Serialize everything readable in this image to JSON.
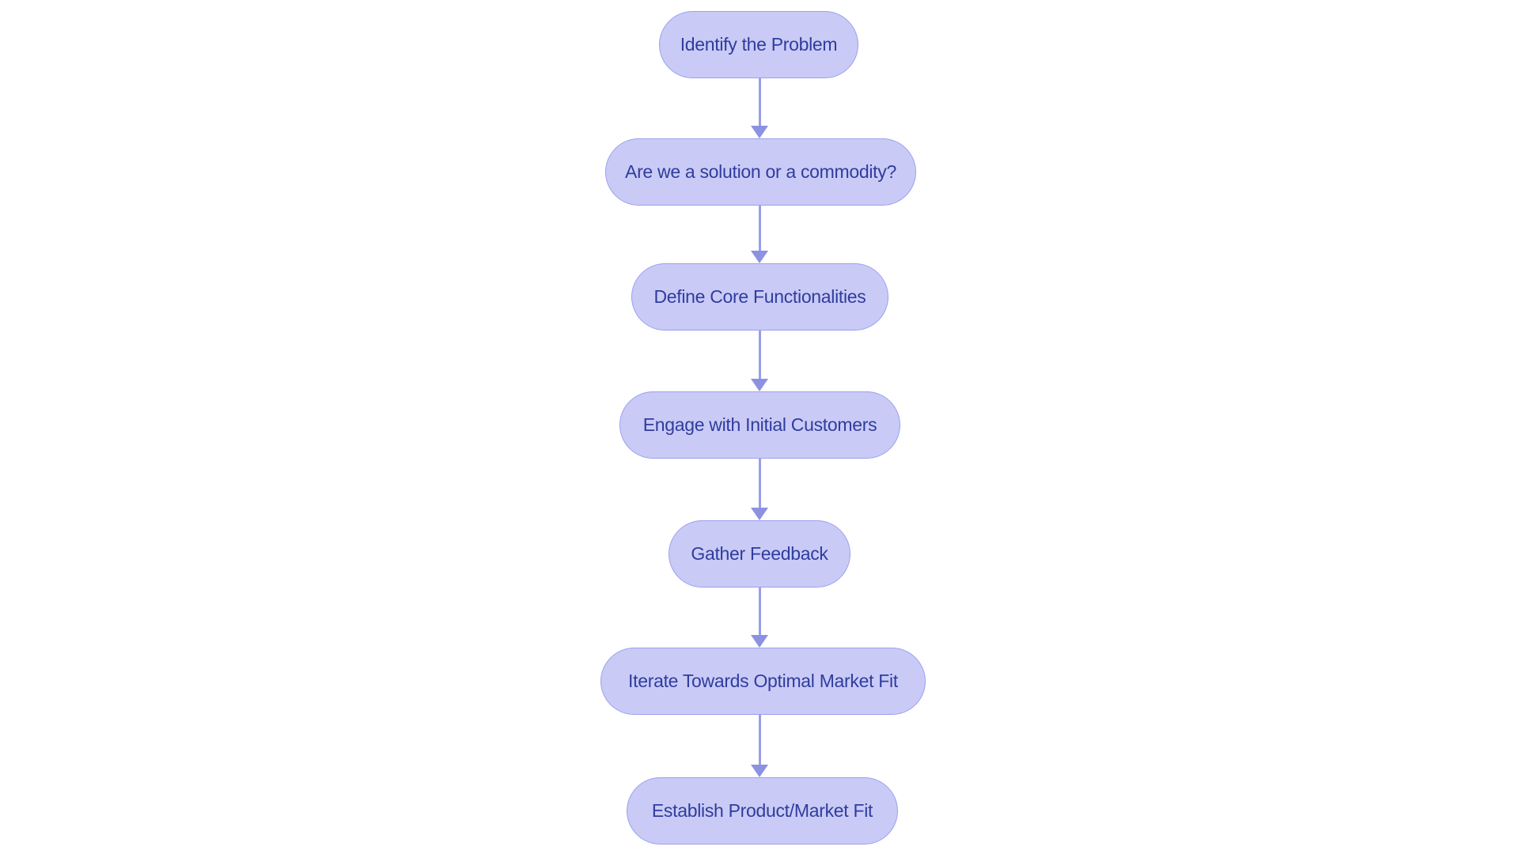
{
  "theme": {
    "background": "#ffffff",
    "node_fill": "#c9cbf6",
    "node_border": "#9ba0ee",
    "node_text": "#303c9e",
    "arrow_line": "#9a9fe9",
    "arrow_head": "#8c92e2"
  },
  "flowchart": {
    "type": "flowchart",
    "direction": "top-down",
    "nodes": [
      {
        "label": "Identify the Problem"
      },
      {
        "label": "Are we a solution or a commodity?"
      },
      {
        "label": "Define Core Functionalities"
      },
      {
        "label": "Engage with Initial Customers"
      },
      {
        "label": "Gather Feedback"
      },
      {
        "label": "Iterate Towards Optimal Market Fit"
      },
      {
        "label": "Establish Product/Market Fit"
      }
    ],
    "edges": [
      {
        "from": 0,
        "to": 1
      },
      {
        "from": 1,
        "to": 2
      },
      {
        "from": 2,
        "to": 3
      },
      {
        "from": 3,
        "to": 4
      },
      {
        "from": 4,
        "to": 5
      },
      {
        "from": 5,
        "to": 6
      }
    ]
  }
}
